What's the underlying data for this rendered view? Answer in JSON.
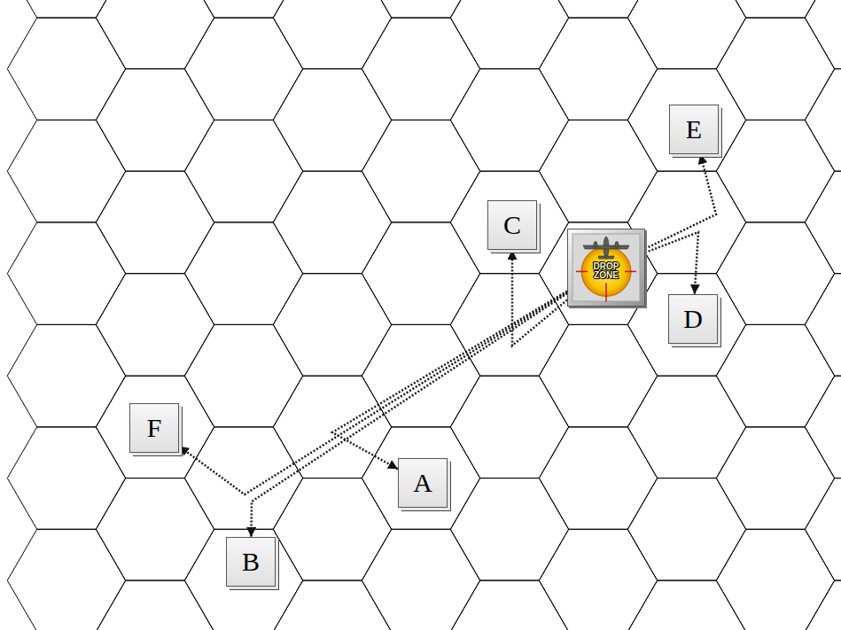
{
  "diagram": {
    "nodes": [
      {
        "text": [
          "E"
        ]
      },
      {
        "text": [
          "C"
        ]
      },
      {
        "text": [
          "DROP ZONE"
        ]
      },
      {
        "text": [
          "D"
        ]
      },
      {
        "text": [
          "F"
        ]
      },
      {
        "text": [
          "A"
        ]
      },
      {
        "text": [
          "B"
        ]
      }
    ],
    "edges": [
      {
        "from": 2,
        "to": 0,
        "arrow": "to"
      },
      {
        "from": 2,
        "to": 3,
        "arrow": "to"
      },
      {
        "from": 2,
        "to": 1,
        "arrow": "to"
      },
      {
        "from": 2,
        "to": 5,
        "arrow": "to"
      },
      {
        "from": 2,
        "to": 4,
        "arrow": "to"
      },
      {
        "from": 2,
        "to": 6,
        "arrow": "to"
      }
    ]
  }
}
